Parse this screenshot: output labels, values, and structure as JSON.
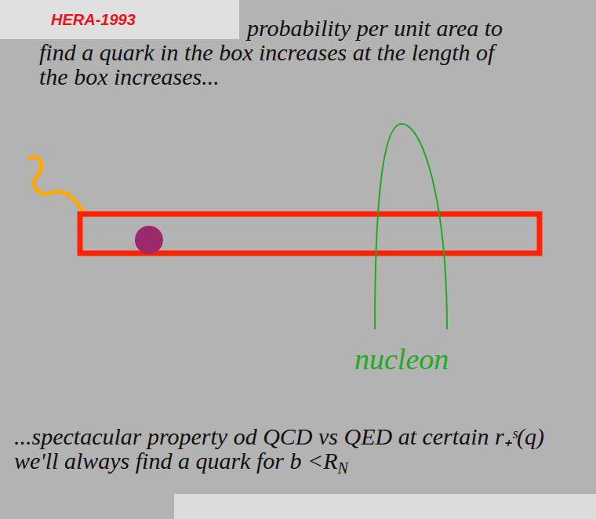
{
  "diagram": {
    "nodes": [
      {
        "text": [
          "HERA-1993"
        ]
      }
    ],
    "labels": [
      "probability per unit area to find a quark in the box increases at the length of the box increases...",
      "nucleon",
      "...spectacular property od QCD vs QED at certain r₊ˢ(q) we'll always find a quark for b <R",
      "N"
    ]
  }
}
